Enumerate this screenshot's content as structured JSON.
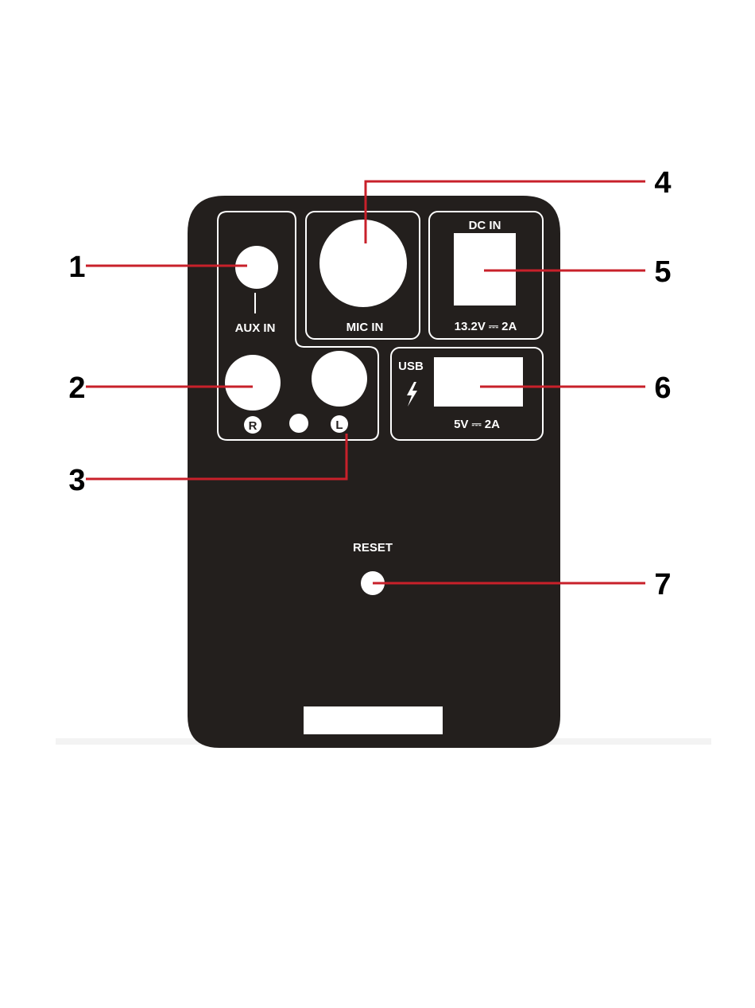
{
  "colors": {
    "panel": "#231f1d",
    "port_fill": "#ffffff",
    "outline": "#ffffff",
    "leader_line": "#c8202a",
    "number_text": "#000000"
  },
  "panel_labels": {
    "aux_in": "AUX IN",
    "mic_in": "MIC IN",
    "dc_in": "DC IN",
    "dc_rating": "13.2V ⎓ 2A",
    "usb": "USB",
    "usb_rating": "5V ⎓ 2A",
    "right_channel": "R",
    "left_channel": "L",
    "reset": "RESET"
  },
  "icons": {
    "usb_charge": "lightning-bolt-icon"
  },
  "callouts": [
    {
      "number": "1",
      "target": "aux-in-jack"
    },
    {
      "number": "2",
      "target": "rca-right-jack"
    },
    {
      "number": "3",
      "target": "rca-left-jack"
    },
    {
      "number": "4",
      "target": "mic-in-jack"
    },
    {
      "number": "5",
      "target": "dc-in-socket"
    },
    {
      "number": "6",
      "target": "usb-port"
    },
    {
      "number": "7",
      "target": "reset-button"
    }
  ]
}
